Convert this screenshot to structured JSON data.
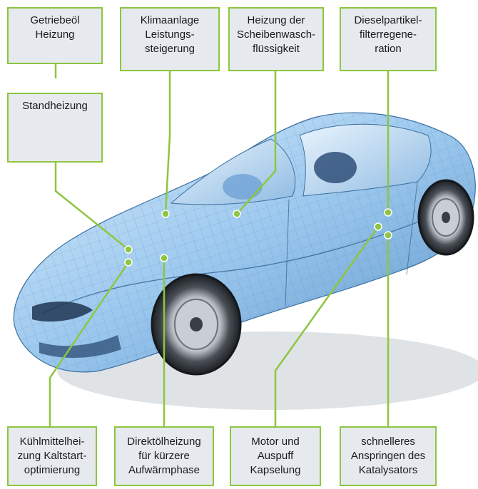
{
  "colors": {
    "accent": "#8dc63f",
    "box_fill": "#e6eaef",
    "car_body": "#9cc8ee"
  },
  "labels": {
    "getriebeoel": "Getriebeöl\nHeizung",
    "klimaanlage": "Klimaanlage\nLeistungs-\nsteigerung",
    "scheibenwasch": "Heizung der\nScheibenwasch-\nflüssigkeit",
    "dieselpartikel": "Dieselpartikel-\nfilterregene-\nration",
    "standheizung": "Standheizung",
    "kuehlmittel": "Kühlmittelhei-\nzung Kaltstart-\noptimierung",
    "direktoel": "Direktölheizung\nfür kürzere\nAufwärmphase",
    "motor": "Motor und\nAuspuff\nKapselung",
    "katalysator": "schnelleres\nAnspringen des\nKatalysators"
  }
}
